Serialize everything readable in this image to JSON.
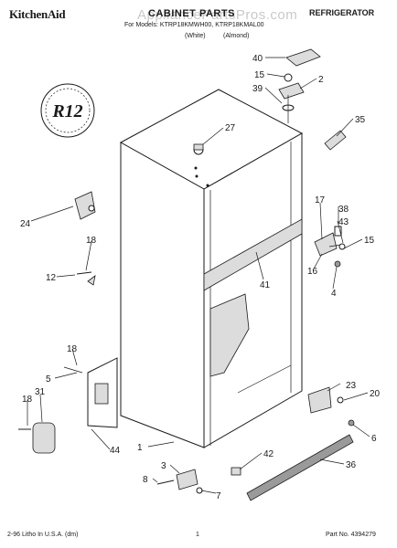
{
  "header": {
    "brand": "KitchenAid",
    "title": "CABINET PARTS",
    "category": "REFRIGERATOR",
    "models": "For Models: KTRP18KMWH00, KTRP18KMAL00",
    "color_a": "(White)",
    "color_b": "(Almond)"
  },
  "watermark": "AppliancePartsPros.com",
  "seal": "R12",
  "callouts": [
    "40",
    "15",
    "2",
    "39",
    "27",
    "35",
    "24",
    "17",
    "38",
    "43",
    "15",
    "18",
    "12",
    "41",
    "16",
    "4",
    "18",
    "5",
    "23",
    "20",
    "18",
    "31",
    "6",
    "44",
    "1",
    "42",
    "36",
    "3",
    "8",
    "7"
  ],
  "footer": {
    "left": "2-96 Litho In U.S.A. (dm)",
    "page": "1",
    "part_no": "Part No. 4394279"
  }
}
